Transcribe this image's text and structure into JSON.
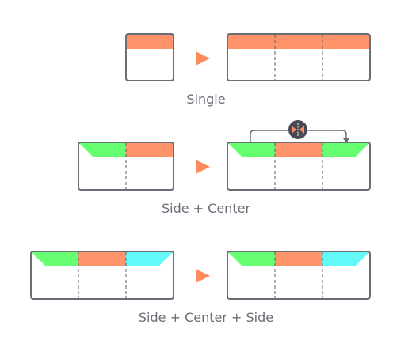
{
  "colors": {
    "orange": "#ff946b",
    "green": "#66ff70",
    "cyan": "#63f9f9",
    "outline": "#6b6d78",
    "dash": "#5d5e63",
    "arrow": "#ff8b5c",
    "icon_bg": "#474a55",
    "icon_fg": "#ff8b5c",
    "label": "#6b6d78"
  },
  "diagrams": [
    {
      "label": "Single",
      "before": [
        "orange-full"
      ],
      "after": [
        "orange-full-3col"
      ]
    },
    {
      "label": "Side + Center",
      "before": [
        "green-side",
        "orange-center"
      ],
      "after": [
        "green-side",
        "orange-center",
        "green-side-mirrored"
      ],
      "connector_icon": "mirror-icon"
    },
    {
      "label": "Side + Center + Side",
      "before": [
        "green-side",
        "orange-center",
        "cyan-side"
      ],
      "after": [
        "green-side",
        "orange-center",
        "cyan-side"
      ]
    }
  ]
}
